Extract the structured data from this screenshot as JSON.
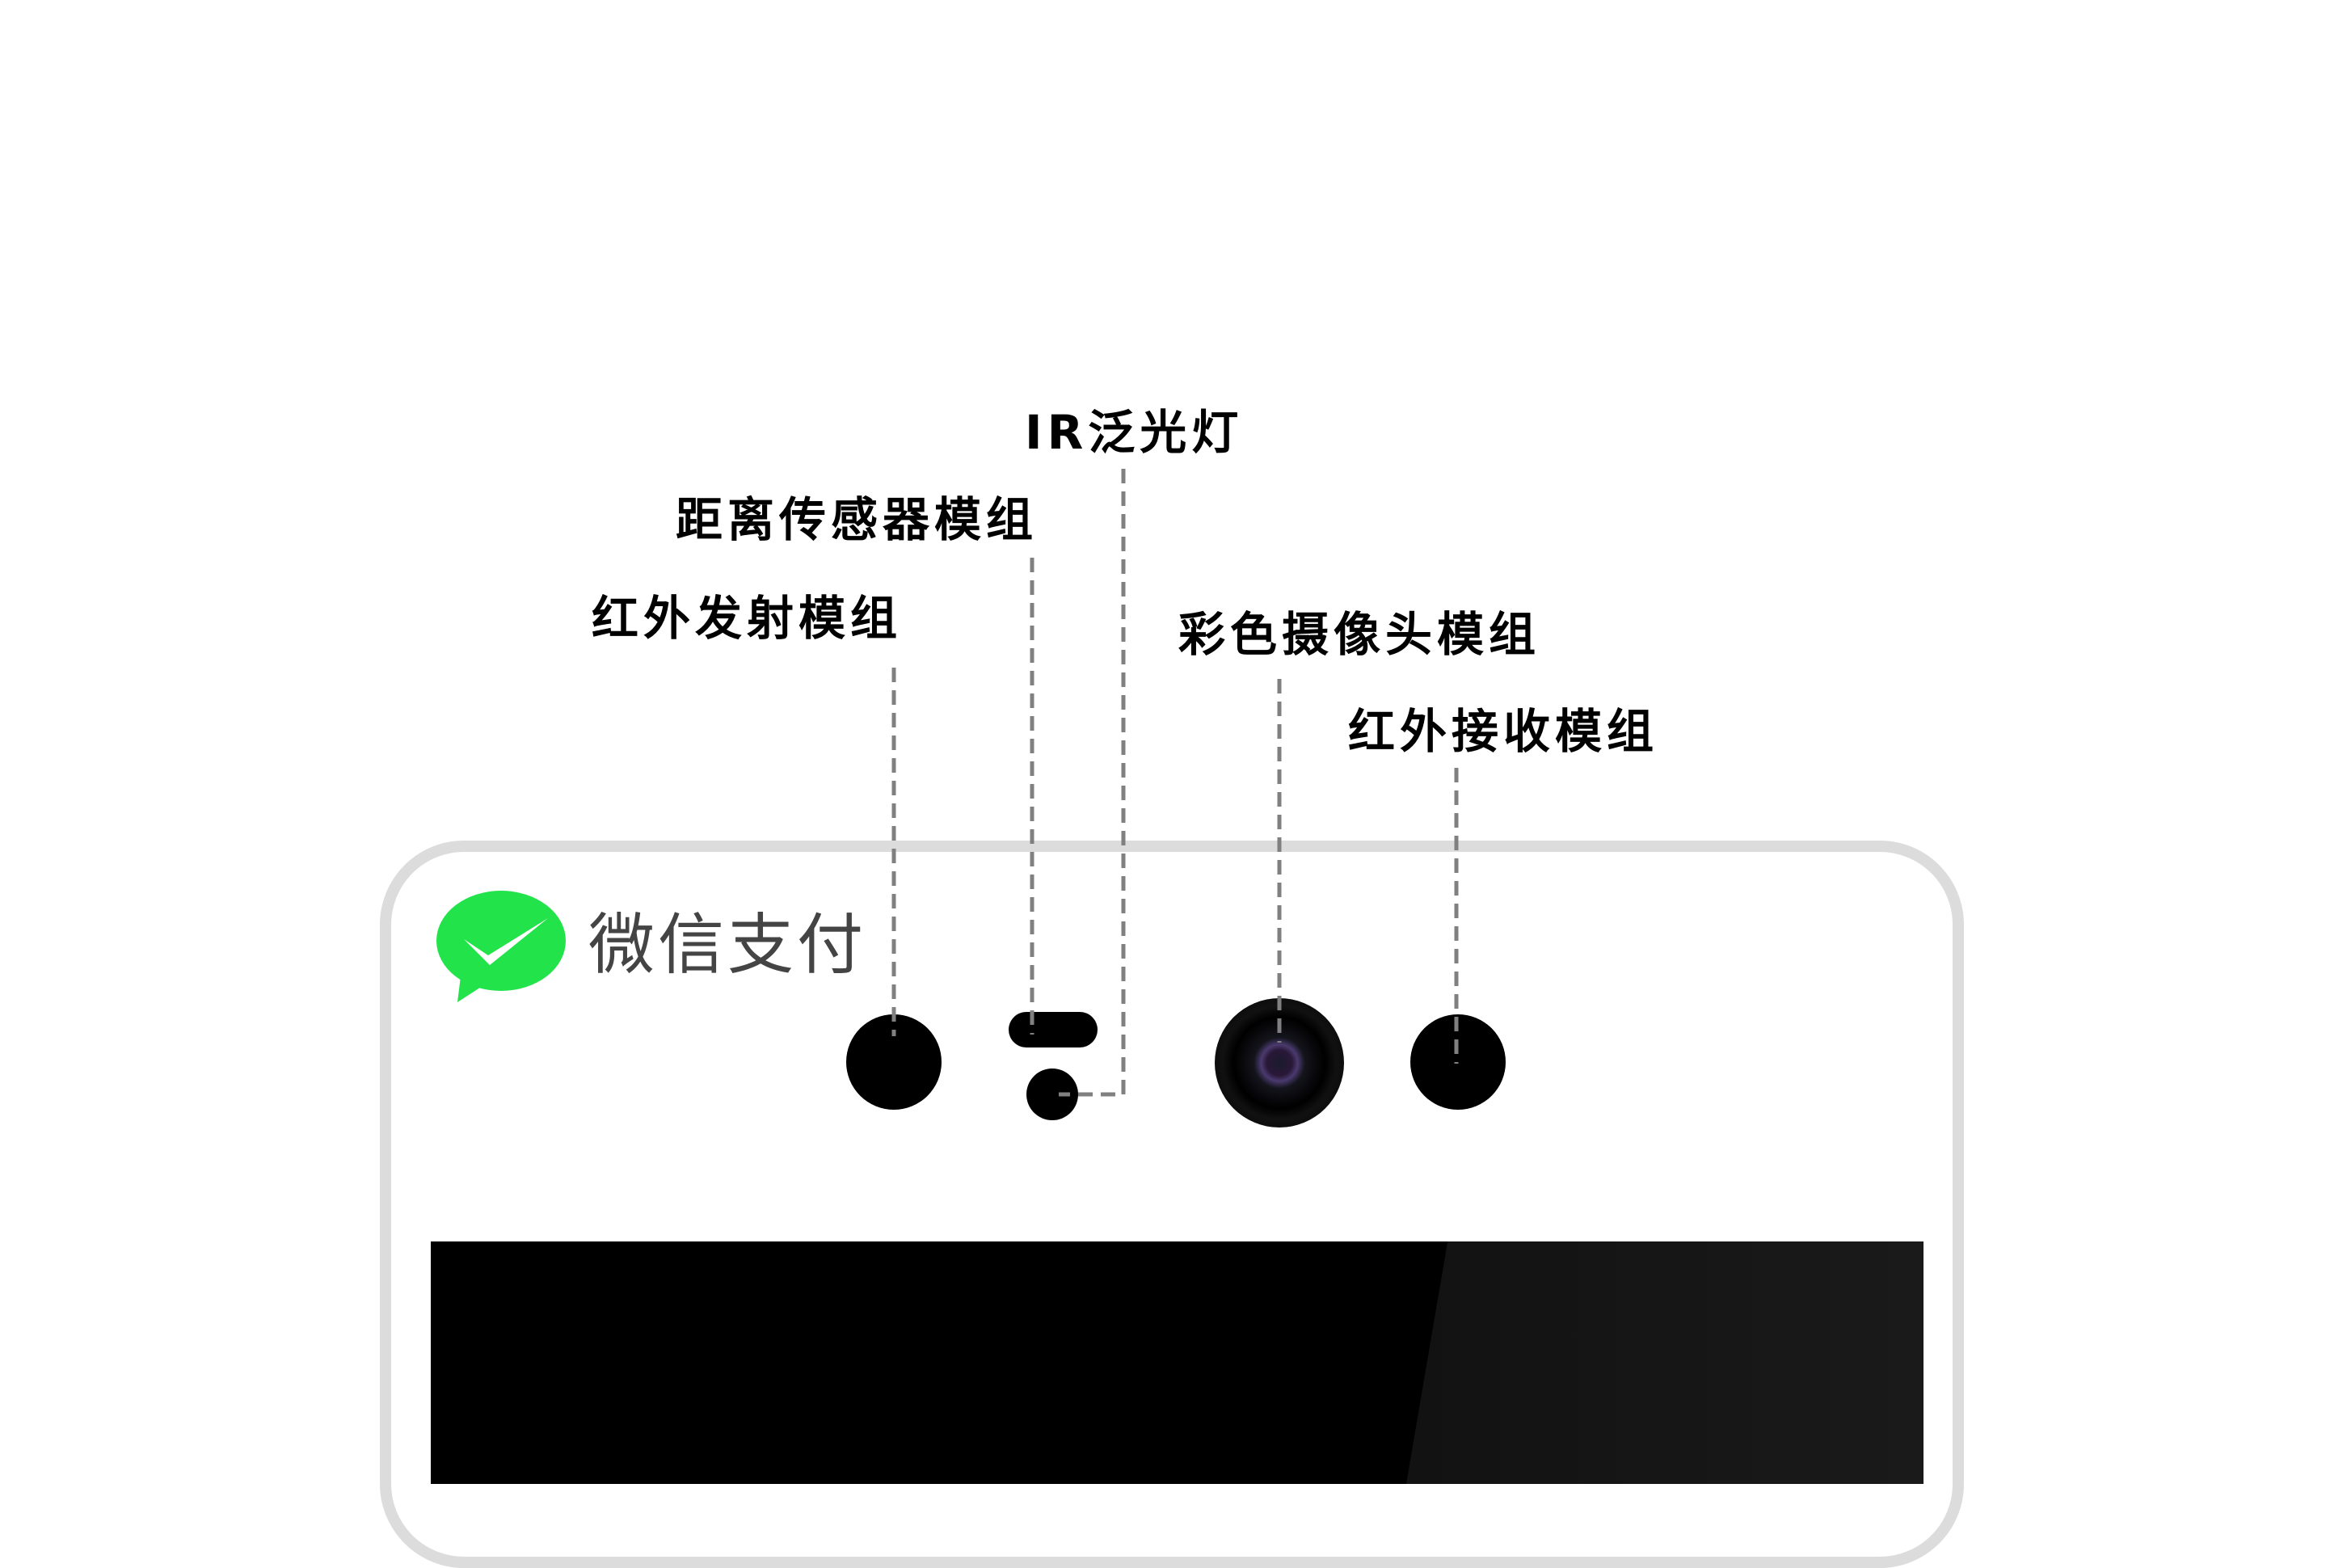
{
  "labels": {
    "ir_emitter": "红外发射模组",
    "distance_sensor": "距离传感器模组",
    "ir_flood": "IR泛光灯",
    "color_camera": "彩色摄像头模组",
    "ir_receiver": "红外接收模组"
  },
  "brand": {
    "name": "微信支付",
    "logo_icon": "wechat-pay-logo-icon"
  },
  "colors": {
    "brand_green": "#22e34a",
    "frame_gray": "#dcdcdc",
    "leader_line": "#808080",
    "sensor_black": "#000000"
  }
}
